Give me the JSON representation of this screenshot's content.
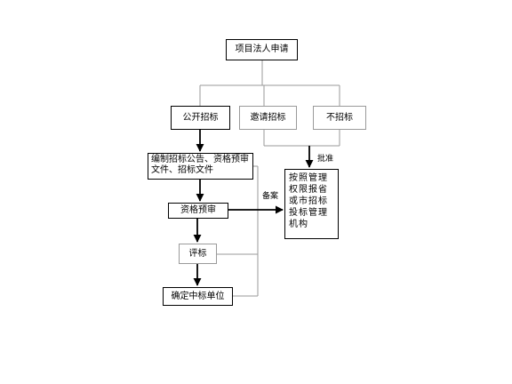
{
  "diagram": {
    "nodes": {
      "applicant": "项目法人申请",
      "public_tender": "公开招标",
      "invited_tender": "邀请招标",
      "no_tender": "不招标",
      "prepare_docs": "编制招标公告、资格预审文件、招标文件",
      "prequalification": "资格预审",
      "evaluation": "评标",
      "determine_winner": "确定中标单位",
      "authority": "按照管理权限报省或市招标投标管理机构"
    },
    "edge_labels": {
      "approve": "批准",
      "record": "备案"
    }
  }
}
